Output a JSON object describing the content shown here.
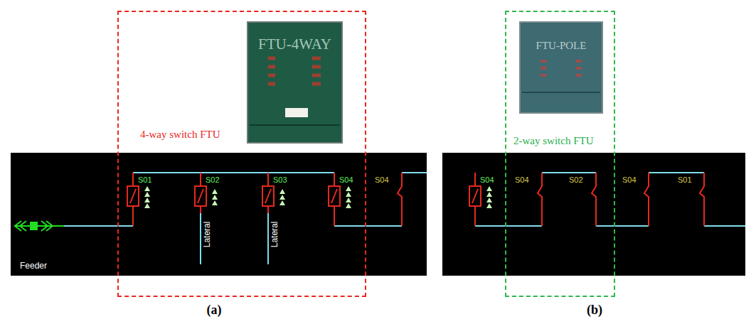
{
  "diagram": {
    "nodes": [
      {
        "text": [
          "4-way switch FTU"
        ]
      },
      {
        "text": [
          "FTU-4WAY"
        ],
        "in": 0
      },
      {
        "text": [
          "2-way switch FTU"
        ]
      },
      {
        "text": [
          "FTU-POLE"
        ],
        "in": 2
      }
    ],
    "labels": [
      "Feeder",
      "S01",
      "S02",
      "S03",
      "S04",
      "S04",
      "Lateral",
      "Lateral",
      "S04",
      "S04",
      "S02",
      "S04",
      "S01",
      "(a)",
      "(b)"
    ]
  }
}
